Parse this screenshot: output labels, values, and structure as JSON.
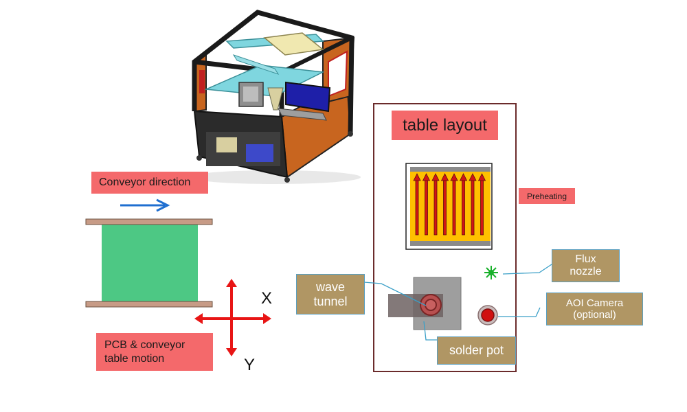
{
  "labels": {
    "conveyor_direction": "Conveyor direction",
    "pcb_motion_line1": "PCB & conveyor",
    "pcb_motion_line2": "table motion",
    "axis_x": "X",
    "axis_y": "Y",
    "table_layout": "table layout",
    "preheating": "Preheating",
    "flux_line1": "Flux",
    "flux_line2": "nozzle",
    "aoi_line1": "AOI Camera",
    "aoi_line2": "(optional)",
    "wave_line1": "wave",
    "wave_line2": "tunnel",
    "solder_pot": "solder pot"
  },
  "colors": {
    "label_red": "#f4696b",
    "label_tan": "#b09664",
    "leader_line": "#3a9fc7",
    "pcb_green": "#4dc884",
    "rail_brown": "#c79b86",
    "axis_red": "#e81515",
    "conveyor_blue": "#1f6fd0",
    "heater_yellow": "#ffc000",
    "frame_maroon": "#6b2b2b"
  },
  "icons": {
    "machine": "selective-soldering-machine-illustration",
    "flux": "flux-spray-burst-icon",
    "aoi": "camera-lens-icon"
  }
}
